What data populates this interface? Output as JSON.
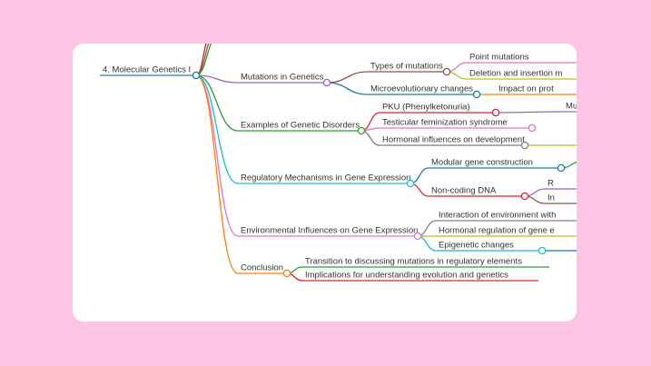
{
  "mindmap": {
    "root": {
      "label": "4. Molecular Genetics I",
      "color": "#1f77b4"
    },
    "branches": [
      {
        "label": "Mutations in Genetics",
        "color": "#9467bd",
        "children": [
          {
            "label": "Types of mutations",
            "color": "#8c564b",
            "children": [
              {
                "label": "Point mutations",
                "color": "#e377c2"
              },
              {
                "label": "Deletion and insertion m",
                "color": "#bcbd22"
              }
            ]
          },
          {
            "label": "Microevolutionary changes",
            "color": "#1f77b4",
            "children": [
              {
                "label": "Impact on prot",
                "color": "#ff7f0e"
              }
            ]
          }
        ]
      },
      {
        "label": "Examples of Genetic Disorders",
        "color": "#2ca02c",
        "children": [
          {
            "label": "PKU (Phenylketonuria)",
            "color": "#d62728",
            "children": [
              {
                "label": "Mutation l",
                "color": "#9467bd"
              }
            ]
          },
          {
            "label": "Testicular feminization syndrome",
            "color": "#e377c2"
          },
          {
            "label": "Hormonal influences on development",
            "color": "#7f7f7f",
            "children": [
              {
                "label": "",
                "color": "#bcbd22"
              }
            ]
          }
        ]
      },
      {
        "label": "Regulatory Mechanisms in Gene Expression",
        "color": "#17becf",
        "children": [
          {
            "label": "Modular gene construction",
            "color": "#1f77b4",
            "children": [
              {
                "label": "",
                "color": "#2ca02c"
              }
            ]
          },
          {
            "label": "Non-coding DNA",
            "color": "#d62728",
            "children": [
              {
                "label": "R",
                "color": "#9467bd"
              },
              {
                "label": "In",
                "color": "#8c564b"
              }
            ]
          }
        ]
      },
      {
        "label": "Environmental Influences on Gene Expression",
        "color": "#e377c2",
        "children": [
          {
            "label": "Interaction of environment with",
            "color": "#7f7f7f"
          },
          {
            "label": "Hormonal regulation of gene e",
            "color": "#bcbd22"
          },
          {
            "label": "Epigenetic changes",
            "color": "#17becf",
            "children": [
              {
                "label": "",
                "color": "#1f77b4"
              }
            ]
          }
        ]
      },
      {
        "label": "Conclusion",
        "color": "#ff7f0e",
        "children": [
          {
            "label": "Transition to discussing mutations in regulatory elements",
            "color": "#2ca02c"
          },
          {
            "label": "Implications for understanding evolution and genetics",
            "color": "#d62728"
          }
        ]
      }
    ]
  }
}
